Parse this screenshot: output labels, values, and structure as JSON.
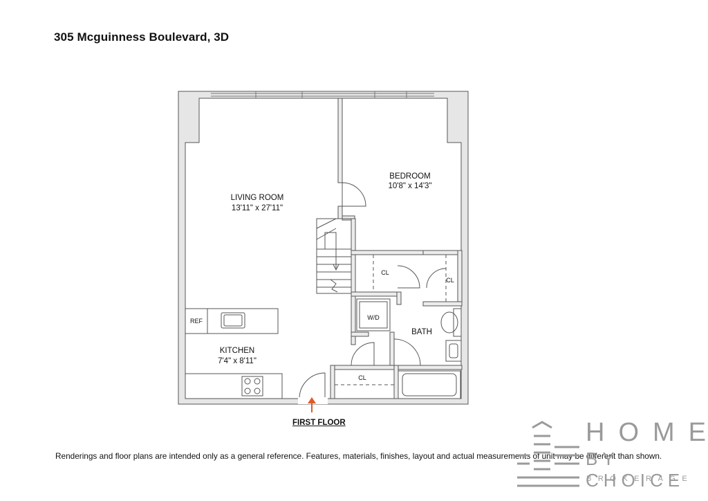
{
  "header": {
    "title": "305 Mcguinness Boulevard, 3D"
  },
  "rooms": {
    "living": {
      "name": "LIVING ROOM",
      "size": "13'11\" x 27'11\""
    },
    "bedroom": {
      "name": "BEDROOM",
      "size": "10'8\" x 14'3\""
    },
    "kitchen": {
      "name": "KITCHEN",
      "size": "7'4\" x 8'11\""
    },
    "bath": {
      "name": "BATH"
    }
  },
  "fixtures": {
    "closet": "CL",
    "refrigerator": "REF",
    "washer_dryer": "W/D"
  },
  "floor_label": "FIRST FLOOR",
  "disclaimer": "Renderings and floor plans are intended only as a general reference. Features, materials, finishes, layout and actual measurements of unit may be different than shown.",
  "logo": {
    "line1": "HOME",
    "line2": "BY CHOICE",
    "line3": "BROKERAGE"
  },
  "colors": {
    "wall_fill": "#e6e6e6",
    "wall_line": "#555555",
    "entry_arrow": "#e05a2a",
    "logo_gray": "#9a9a9a"
  }
}
